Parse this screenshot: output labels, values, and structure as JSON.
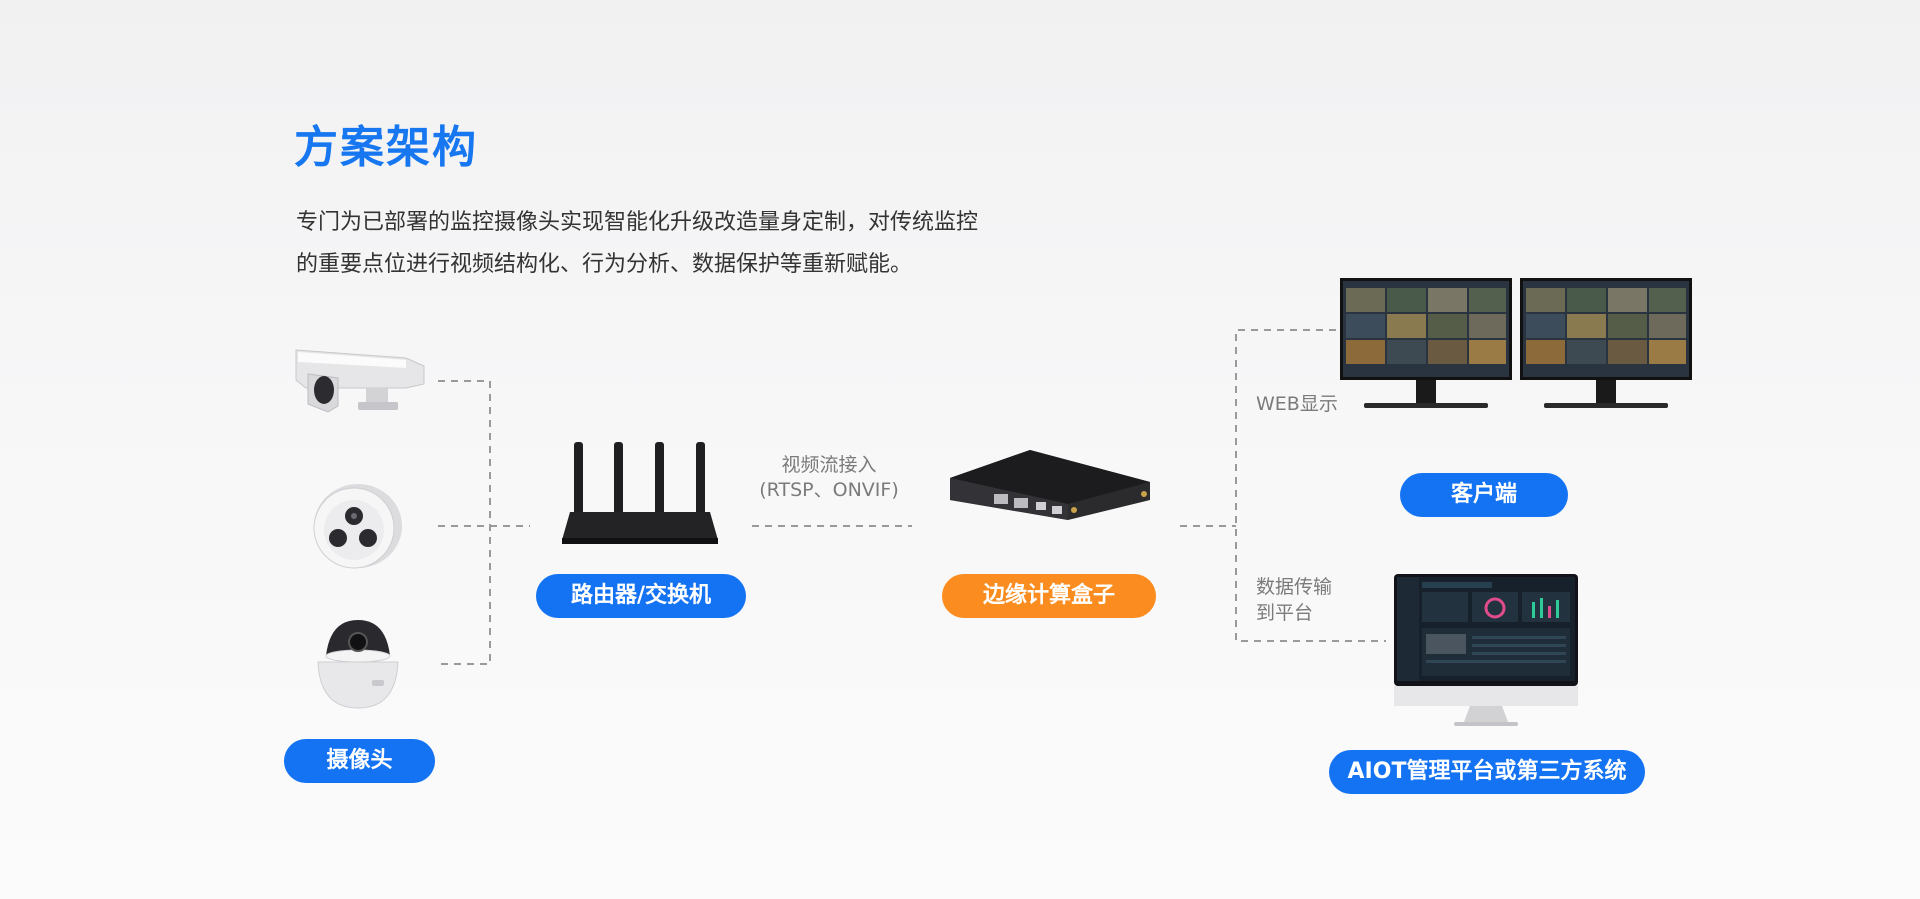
{
  "title": "方案架构",
  "description": {
    "line1": "专门为已部署的监控摄像头实现智能化升级改造量身定制，对传统监控",
    "line2": "的重要点位进行视频结构化、行为分析、数据保护等重新赋能。"
  },
  "nodes": {
    "cameras": "摄像头",
    "router": "路由器/交换机",
    "edge_box": "边缘计算盒子",
    "client": "客户端",
    "platform": "AIOT管理平台或第三方系统"
  },
  "edges": {
    "stream_line1": "视频流接入",
    "stream_line2": "(RTSP、ONVIF)",
    "web": "WEB显示",
    "data_line1": "数据传输",
    "data_line2": "到平台"
  },
  "colors": {
    "accent_blue": "#1473f2",
    "accent_orange": "#fb8c20",
    "title_blue": "#1677f0",
    "dashed_line": "#9a9a9a"
  },
  "icons": [
    "bullet-camera-icon",
    "dome-camera-icon",
    "ptz-dome-camera-icon",
    "router-icon",
    "edge-box-icon",
    "monitor-icon",
    "imac-icon"
  ]
}
